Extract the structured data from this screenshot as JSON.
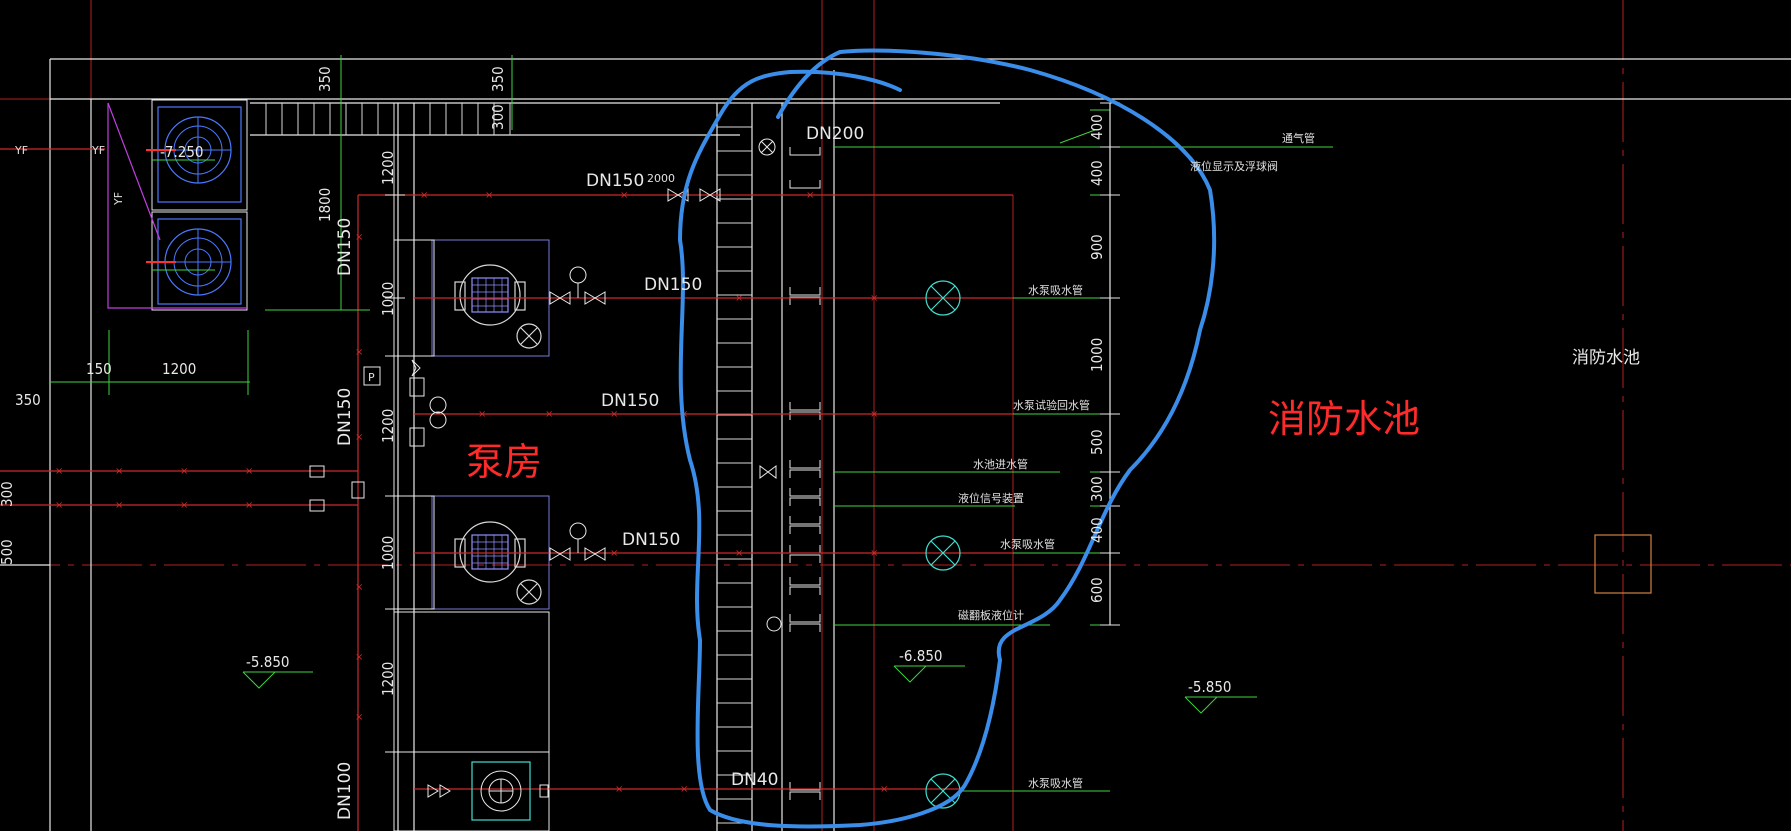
{
  "labels": {
    "pump_room": "泵房",
    "fire_pool_big": "消防水池",
    "fire_pool_small": "消防水池",
    "vent_pipe": "通气管",
    "level_device": "液位显示及浮球阀",
    "suction_top": "水泵吸水管",
    "suction_mid": "水泵吸水管",
    "suction_bot": "水泵吸水管",
    "return_pipe": "水泵试验回水管",
    "inlet_pipe": "水池进水管",
    "level_signal": "液位信号装置",
    "level_gauge": "磁翻板液位计",
    "yf_1": "YF",
    "yf_2": "YF",
    "yf_3": "YF"
  },
  "pipes": {
    "dn200": "DN200",
    "dn150_top": "DN150",
    "dn150_a": "DN150",
    "dn150_b": "DN150",
    "dn150_c": "DN150",
    "dn150_v1": "DN150",
    "dn150_v2": "DN150",
    "dn100_v": "DN100",
    "dn40": "DN40"
  },
  "elevations": {
    "e1": "-7.250",
    "e2": "-5.850",
    "e3": "-6.850",
    "e4": "-5.850"
  },
  "dimensions": {
    "top_350a": "350",
    "top_350b": "350",
    "top_300": "300",
    "left_1200a": "1200",
    "left_1800": "1800",
    "left_1000a": "1000",
    "left_1200b": "1200",
    "left_1000b": "1000",
    "left_1200c": "1200",
    "bot_150": "150",
    "bot_1200": "1200",
    "left_350": "350",
    "edge_300": "300",
    "edge_500": "500",
    "h_2000": "2000",
    "r_400a": "400",
    "r_400b": "400",
    "r_900": "900",
    "r_1000": "1000",
    "r_500": "500",
    "r_300": "300",
    "r_400c": "400",
    "r_600": "600"
  },
  "gauge_p": "P",
  "colors": {
    "background": "#000000",
    "wall": "#ffffff",
    "pipe_red": "#cc2a2a",
    "dim_green": "#3fd23f",
    "annotation_blue": "#3a8de8",
    "equipment_blue": "#4a78ff",
    "room_text": "#ff2a2a",
    "magenta": "#c040e0",
    "orange": "#d08040",
    "cyan": "#40e0d0"
  }
}
